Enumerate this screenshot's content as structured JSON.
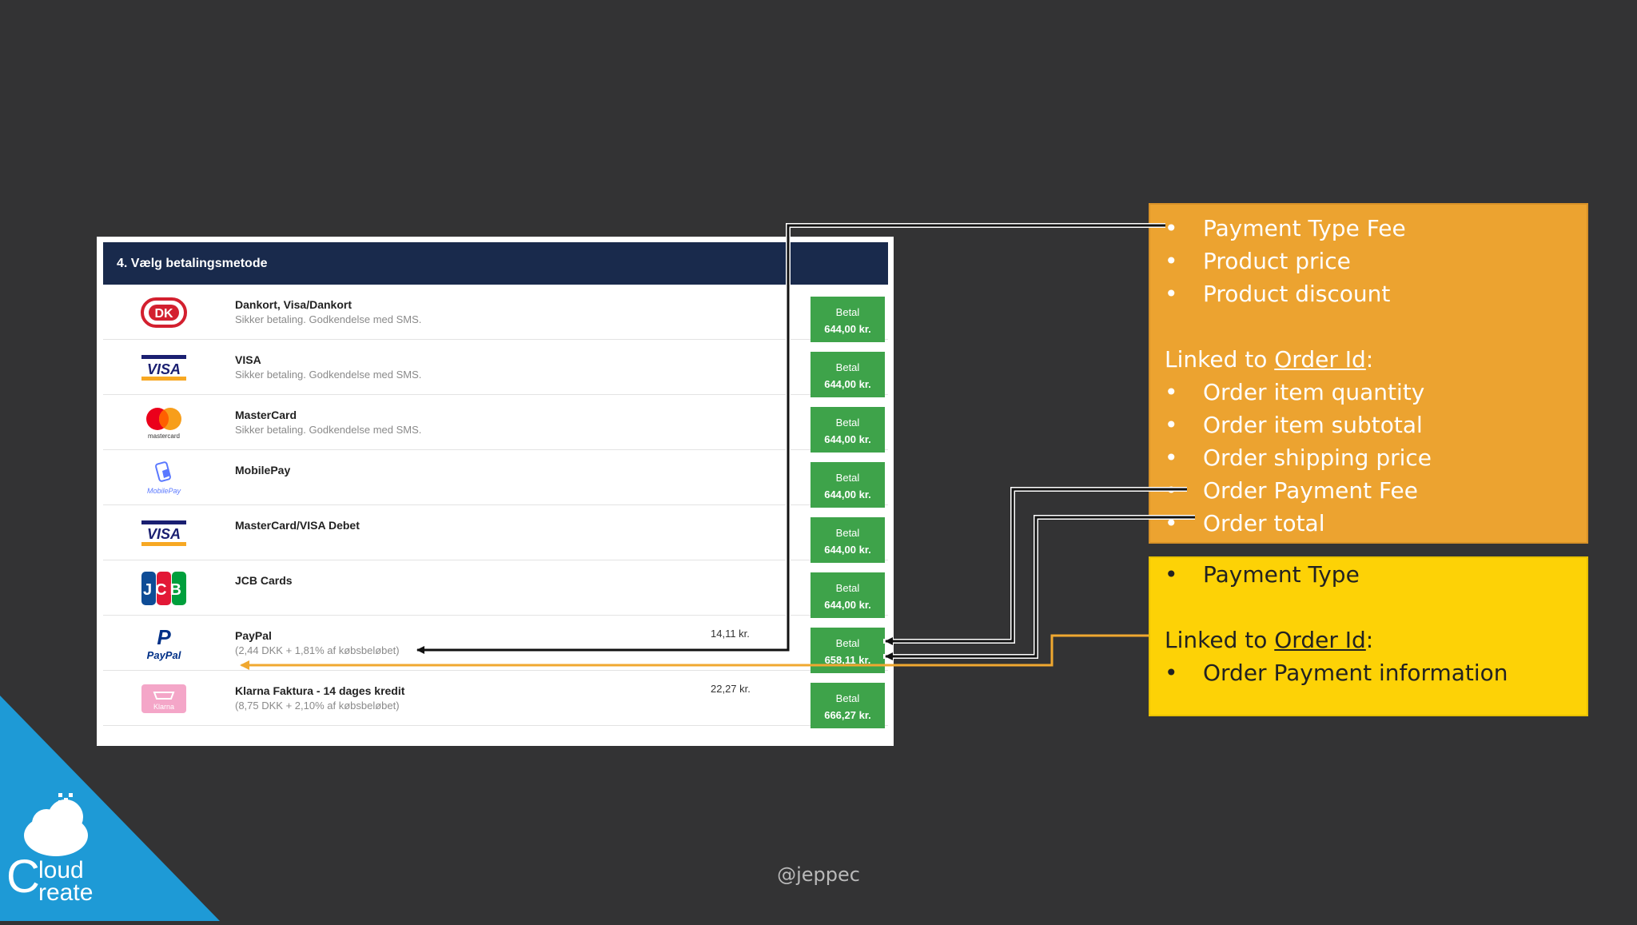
{
  "checkout": {
    "title": "4. Vælg betalingsmetode",
    "methods": [
      {
        "name": "Dankort, Visa/Dankort",
        "desc": "Sikker betaling. Godkendelse med SMS.",
        "fee": "",
        "pay_label": "Betal",
        "amount": "644,00 kr.",
        "logo": "dankort-logo"
      },
      {
        "name": "VISA",
        "desc": "Sikker betaling. Godkendelse med SMS.",
        "fee": "",
        "pay_label": "Betal",
        "amount": "644,00 kr.",
        "logo": "visa-logo"
      },
      {
        "name": "MasterCard",
        "desc": "Sikker betaling. Godkendelse med SMS.",
        "fee": "",
        "pay_label": "Betal",
        "amount": "644,00 kr.",
        "logo": "mastercard-logo"
      },
      {
        "name": "MobilePay",
        "desc": "",
        "fee": "",
        "pay_label": "Betal",
        "amount": "644,00 kr.",
        "logo": "mobilepay-logo"
      },
      {
        "name": "MasterCard/VISA Debet",
        "desc": "",
        "fee": "",
        "pay_label": "Betal",
        "amount": "644,00 kr.",
        "logo": "visa-debit-logo"
      },
      {
        "name": "JCB Cards",
        "desc": "",
        "fee": "",
        "pay_label": "Betal",
        "amount": "644,00 kr.",
        "logo": "jcb-logo"
      },
      {
        "name": "PayPal",
        "desc": "(2,44 DKK + 1,81% af købsbeløbet)",
        "fee": "14,11 kr.",
        "pay_label": "Betal",
        "amount": "658,11 kr.",
        "logo": "paypal-logo"
      },
      {
        "name": "Klarna Faktura - 14 dages kredit",
        "desc": "(8,75 DKK + 2,10% af købsbeløbet)",
        "fee": "22,27 kr.",
        "pay_label": "Betal",
        "amount": "666,27 kr.",
        "logo": "klarna-logo"
      }
    ],
    "logos": {
      "dankort": "DK",
      "visa": "VISA",
      "mastercard": "mastercard",
      "mobilepay": "MobilePay",
      "jcb": "JCB",
      "paypal": "PayPal",
      "klarna": "Klarna"
    }
  },
  "orange_box": {
    "items": [
      "Payment Type Fee",
      "Product price",
      "Product discount"
    ],
    "linked_prefix": "Linked to ",
    "linked_link": "Order Id",
    "linked_suffix": ":",
    "linked_items": [
      "Order item quantity",
      "Order item subtotal",
      "Order shipping price",
      "Order Payment Fee",
      "Order total"
    ]
  },
  "yellow_box": {
    "items": [
      "Payment Type"
    ],
    "linked_prefix": "Linked to ",
    "linked_link": "Order Id",
    "linked_suffix": ":",
    "linked_items": [
      "Order Payment information"
    ]
  },
  "footer": "@jeppec",
  "brand": {
    "line1": "loud",
    "line2": "reate"
  },
  "colors": {
    "header": "#192a4c",
    "pay_button": "#3ea34a",
    "orange": "#eca330",
    "yellow": "#fdd206",
    "brand_blue": "#1e9ad6"
  }
}
